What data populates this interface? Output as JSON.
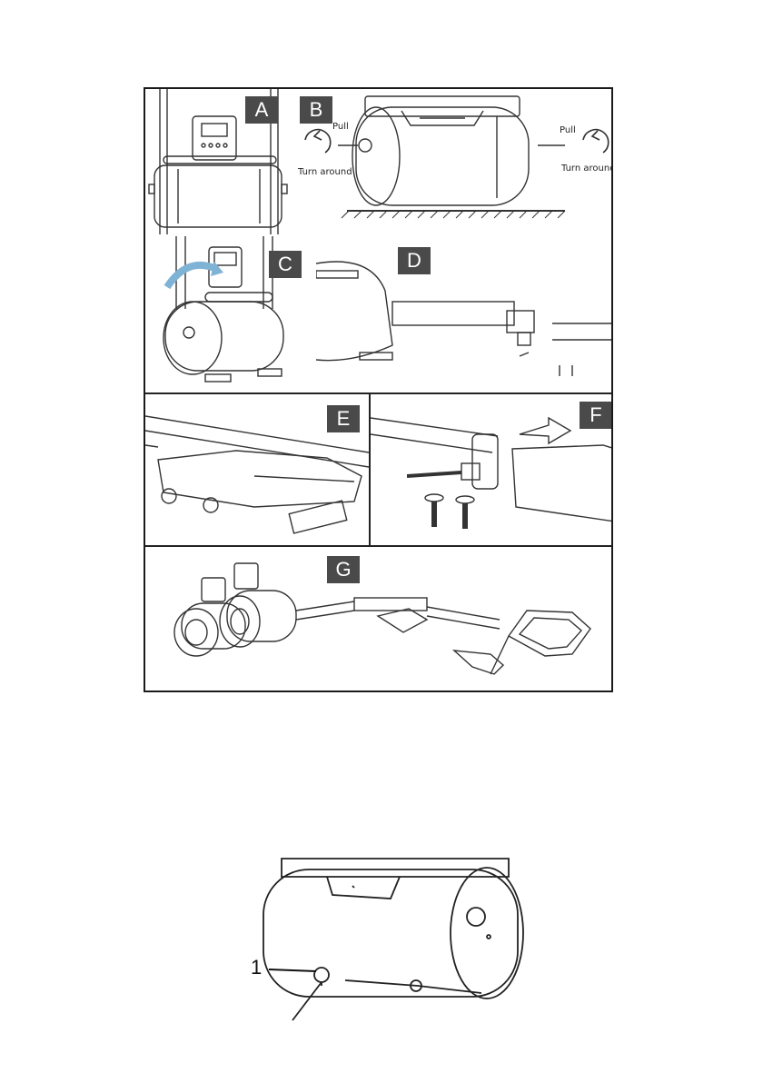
{
  "steps": {
    "a": "A",
    "b": "B",
    "c": "C",
    "d": "D",
    "e": "E",
    "f": "F",
    "g": "G"
  },
  "labels": {
    "pull_left": "Pull",
    "turn_left": "Turn around",
    "pull_right": "Pull",
    "turn_right": "Turn around"
  },
  "callouts": {
    "part_1": "1"
  }
}
